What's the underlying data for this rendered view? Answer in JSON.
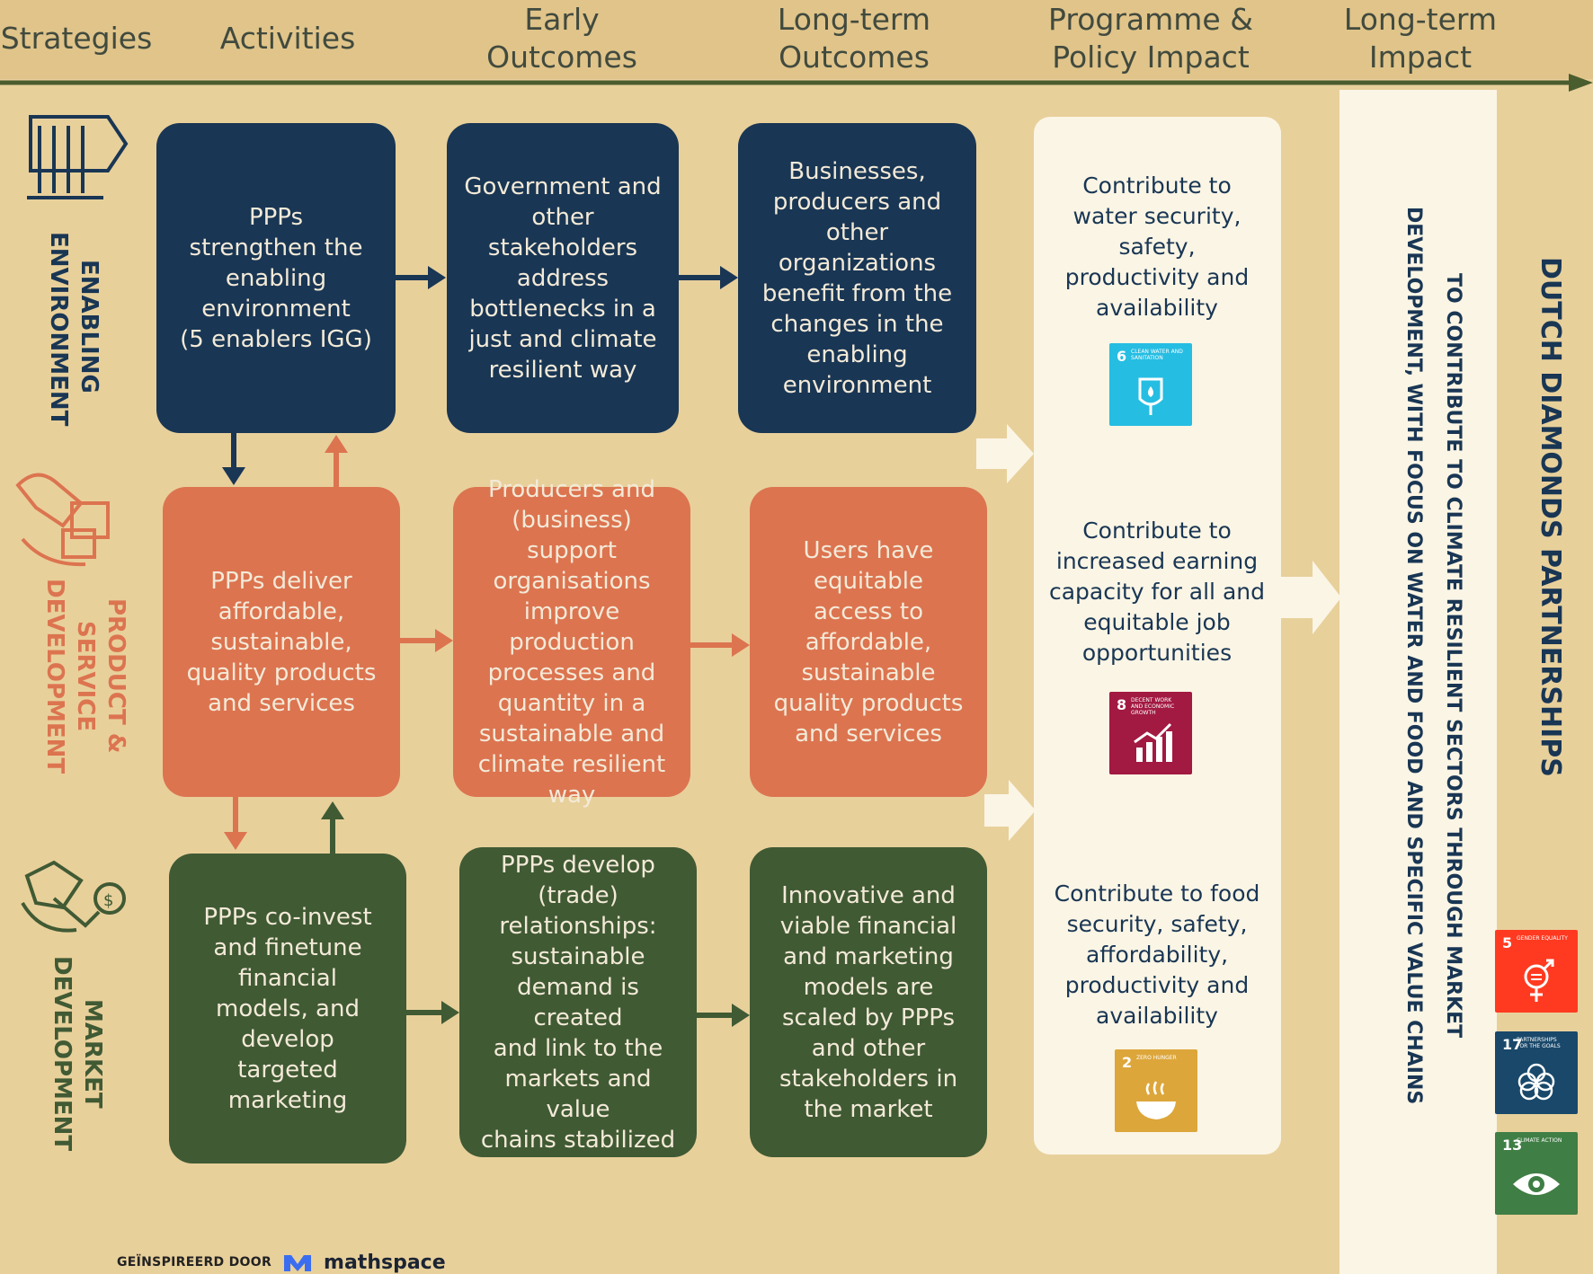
{
  "header": {
    "columns": [
      {
        "label": "Strategies"
      },
      {
        "label": "Activities"
      },
      {
        "label": "Early\nOutcomes"
      },
      {
        "label": "Long-term\nOutcomes"
      },
      {
        "label": "Programme &\nPolicy Impact"
      },
      {
        "label": "Long-term\nImpact"
      }
    ]
  },
  "strategies": [
    {
      "label": "ENABLING\nENVIRONMENT",
      "icon": "pillars-icon",
      "color": "#193654"
    },
    {
      "label": "PRODUCT &\nSERVICE\nDEVELOPMENT",
      "icon": "hand-boxes-icon",
      "color": "#dc7450"
    },
    {
      "label": "MARKET\nDEVELOPMENT",
      "icon": "handshake-coin-icon",
      "color": "#405a34"
    }
  ],
  "rows": [
    {
      "activity": "PPPs\nstrengthen the\nenabling\nenvironment\n(5 enablers IGG)",
      "early": "Government and\nother stakeholders\naddress\nbottlenecks in a\njust and climate\nresilient way",
      "longterm": "Businesses,\nproducers and\nother\norganizations\nbenefit from the\nchanges in the\nenabling\nenvironment"
    },
    {
      "activity": "PPPs deliver\naffordable,\nsustainable,\nquality products\nand services",
      "early": "Producers and\n(business) support\norganisations\nimprove production\nprocesses and\nquantity in a\nsustainable and\nclimate resilient\nway",
      "longterm": "Users have\nequitable\naccess to\naffordable,\nsustainable\nquality products\nand services"
    },
    {
      "activity": "PPPs co-invest\nand finetune\nfinancial\nmodels, and\ndevelop\ntargeted\nmarketing",
      "early": "PPPs  develop\n(trade)\nrelationships:\nsustainable\ndemand is created\nand link to the\nmarkets and value\nchains stabilized",
      "longterm": "Innovative and\nviable financial\nand marketing\nmodels are\nscaled by PPPs\nand other\nstakeholders in\nthe market"
    }
  ],
  "impacts": [
    {
      "text": "Contribute to\nwater security,\nsafety,\nproductivity and\navailability",
      "sdg": {
        "number": "6",
        "title": "CLEAN WATER AND SANITATION",
        "color": "#26bde2",
        "icon": "water-drop-icon"
      }
    },
    {
      "text": "Contribute to\nincreased earning\ncapacity for all and\nequitable job\nopportunities",
      "sdg": {
        "number": "8",
        "title": "DECENT WORK AND ECONOMIC GROWTH",
        "color": "#a21942",
        "icon": "growth-chart-icon"
      }
    },
    {
      "text": "Contribute to food\nsecurity, safety,\naffordability,\nproductivity and\navailability",
      "sdg": {
        "number": "2",
        "title": "ZERO HUNGER",
        "color": "#dda63a",
        "icon": "food-bowl-icon"
      }
    }
  ],
  "longterm_impact": "TO CONTRIBUTE TO CLIMATE RESILIENT SECTORS THROUGH MARKET\nDEVELOPMENT, WITH FOCUS ON WATER AND FOOD AND SPECIFIC VALUE CHAINS",
  "partnership_title": "DUTCH DIAMONDS PARTNERSHIPS",
  "side_sdgs": [
    {
      "number": "5",
      "title": "GENDER EQUALITY",
      "color": "#ff3a21",
      "icon": "gender-icon"
    },
    {
      "number": "17",
      "title": "PARTNERSHIPS FOR THE GOALS",
      "color": "#19486a",
      "icon": "rings-icon"
    },
    {
      "number": "13",
      "title": "CLIMATE ACTION",
      "color": "#3f7e44",
      "icon": "eye-earth-icon"
    }
  ],
  "footer": {
    "prefix": "GEÏNSPIREERD DOOR",
    "brand": "mathspace"
  },
  "colors": {
    "background": "#e8d09b",
    "navy": "#193654",
    "orange": "#dc7450",
    "green": "#405a34",
    "panel": "#fbf5e5",
    "timeline": "#4a5d2e"
  }
}
